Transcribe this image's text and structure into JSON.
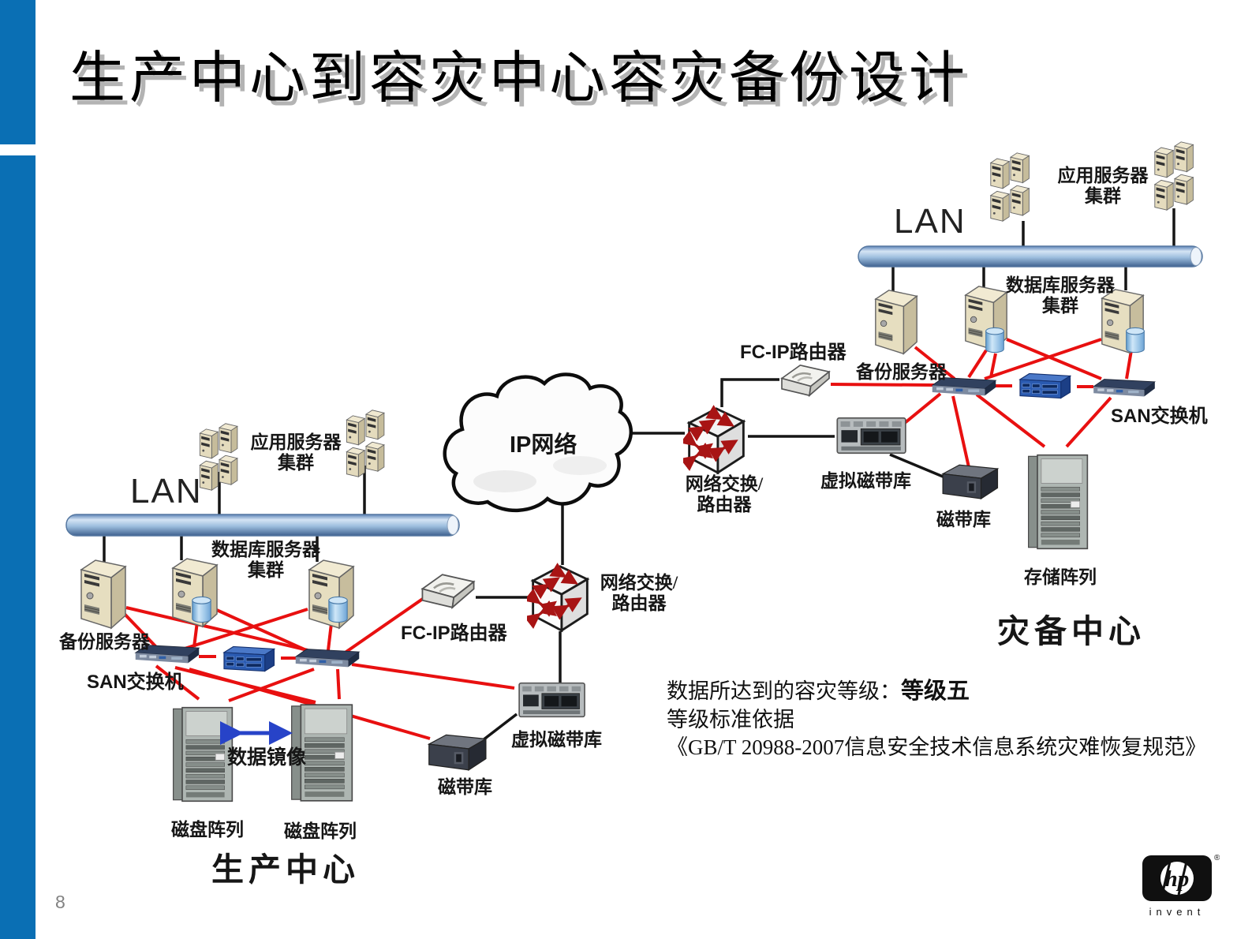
{
  "slide": {
    "title": "生产中心到容灾中心容灾备份设计",
    "page_number": "8"
  },
  "colors": {
    "accent_bar": "#0a6fb4",
    "red_link": "#e81010",
    "black_link": "#151515",
    "lan_pipe": "#9dbede",
    "mirror_arrow": "#2743c8"
  },
  "production_site": {
    "lan": "LAN",
    "app_cluster": {
      "line1": "应用服务器",
      "line2": "集群"
    },
    "db_cluster": {
      "line1": "数据库服务器",
      "line2": "集群"
    },
    "backup_server": "备份服务器",
    "san_switch": "SAN交换机",
    "fcip_router": "FC-IP路由器",
    "net_switch": {
      "line1": "网络交换/",
      "line2": "路由器"
    },
    "virtual_tape_library": "虚拟磁带库",
    "tape_library": "磁带库",
    "disk_array_1": "磁盘阵列",
    "disk_array_2": "磁盘阵列",
    "data_mirror": "数据镜像",
    "site_name": "生产中心"
  },
  "wan": {
    "cloud": "IP网络"
  },
  "dr_site": {
    "lan": "LAN",
    "app_cluster": {
      "line1": "应用服务器",
      "line2": "集群"
    },
    "db_cluster": {
      "line1": "数据库服务器",
      "line2": "集群"
    },
    "backup_server": "备份服务器",
    "san_switch": "SAN交换机",
    "fcip_router": "FC-IP路由器",
    "net_switch": {
      "line1": "网络交换/",
      "line2": "路由器"
    },
    "virtual_tape_library": "虚拟磁带库",
    "tape_library": "磁带库",
    "storage_array": "存储阵列",
    "site_name": "灾备中心"
  },
  "note": {
    "line1_prefix": "数据所达到的容灾等级：",
    "line1_emphasis": "等级五",
    "line2": "等级标准依据",
    "line3": "《GB/T 20988-2007信息安全技术信息系统灾难恢复规范》"
  },
  "footer": {
    "logo": "hp",
    "logo_sub": "invent",
    "registered": "®"
  }
}
